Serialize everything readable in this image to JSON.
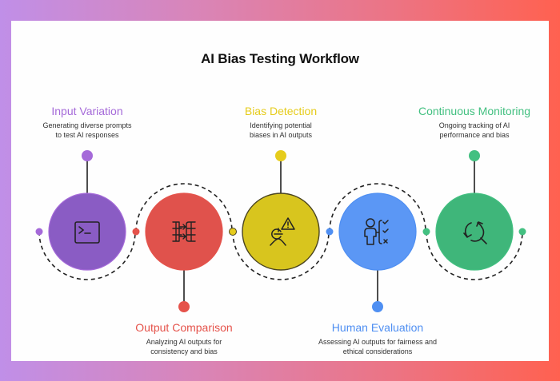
{
  "title": "AI Bias Testing Workflow",
  "steps": [
    {
      "heading": "Input Variation",
      "description_lines": [
        "Generating diverse prompts",
        "to test AI responses"
      ],
      "color": "#8a5cc4",
      "accent": "#a56ad9",
      "icon": "terminal-icon",
      "label_position": "top"
    },
    {
      "heading": "Output Comparison",
      "description_lines": [
        "Analyzing AI outputs for",
        "consistency and bias"
      ],
      "color": "#e0524c",
      "accent": "#e5534b",
      "icon": "compare-columns-icon",
      "label_position": "bottom"
    },
    {
      "heading": "Bias Detection",
      "description_lines": [
        "Identifying potential",
        "biases in AI outputs"
      ],
      "color": "#d8c51e",
      "accent": "#e6cc1c",
      "icon": "person-warning-icon",
      "label_position": "top"
    },
    {
      "heading": "Human Evaluation",
      "description_lines": [
        "Assessing AI outputs for fairness and",
        "ethical considerations"
      ],
      "color": "#5b97f5",
      "accent": "#4f8ff2",
      "icon": "person-checklist-icon",
      "label_position": "bottom"
    },
    {
      "heading": "Continuous Monitoring",
      "description_lines": [
        "Ongoing tracking of AI",
        "performance and bias"
      ],
      "color": "#3fb67a",
      "accent": "#43c081",
      "icon": "refresh-search-icon",
      "label_position": "top"
    }
  ],
  "line_color": "#222222"
}
